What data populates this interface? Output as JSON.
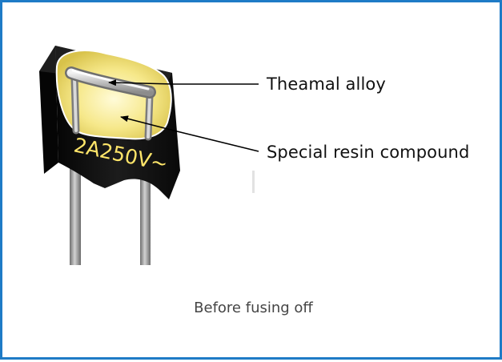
{
  "component": {
    "marking": "2A250V~"
  },
  "callouts": [
    {
      "label": "Theamal alloy"
    },
    {
      "label": "Special resin compound"
    }
  ],
  "caption": "Before fusing off",
  "colors": {
    "border": "#1e7bc6",
    "body": "#111111",
    "resin": "#f4e37a",
    "marking": "#ffe66a",
    "leads": "#9a9a9a"
  }
}
